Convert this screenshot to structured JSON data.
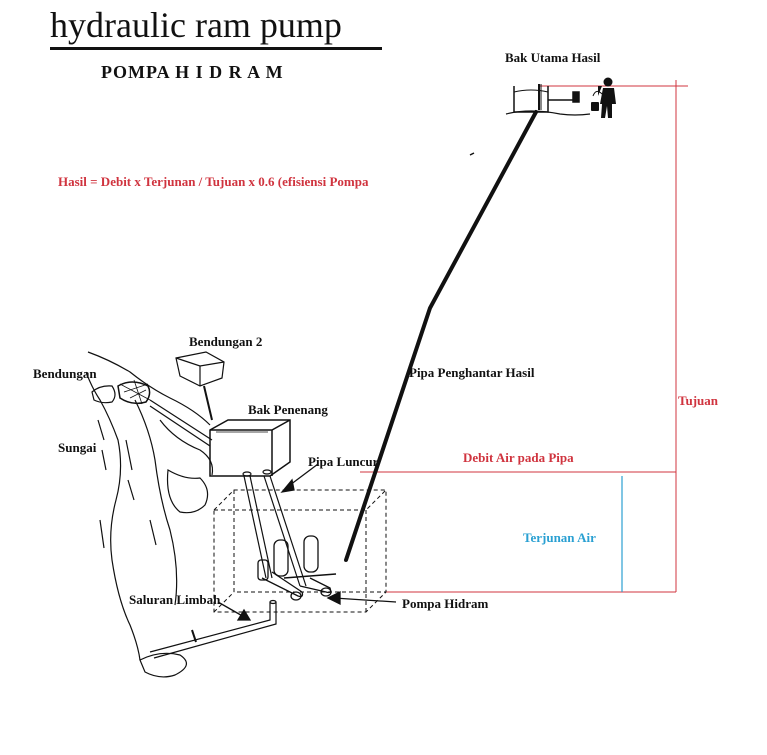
{
  "title": "hydraulic ram pump",
  "subtitle": "POMPA H I D R A M",
  "formula": "Hasil = Debit x Terjunan / Tujuan x 0.6 (efisiensi Pompa",
  "labels": {
    "bak_utama_hasil": "Bak Utama Hasil",
    "bendungan_2": "Bendungan 2",
    "bendungan": "Bendungan",
    "sungai": "Sungai",
    "bak_penenang": "Bak Penenang",
    "pipa_luncur": "Pipa Luncur",
    "pipa_penghantar_hasil": "Pipa Penghantar Hasil",
    "debit_air_pada_pipa": "Debit Air pada Pipa",
    "tujuan": "Tujuan",
    "terjunan_air": "Terjunan Air",
    "saluran_limbah": "Saluran Limbah",
    "pompa_hidram": "Pompa Hidram"
  },
  "colors": {
    "red_annotation": "#d0343f",
    "blue_annotation": "#2aa0d2",
    "ink": "#111111"
  }
}
